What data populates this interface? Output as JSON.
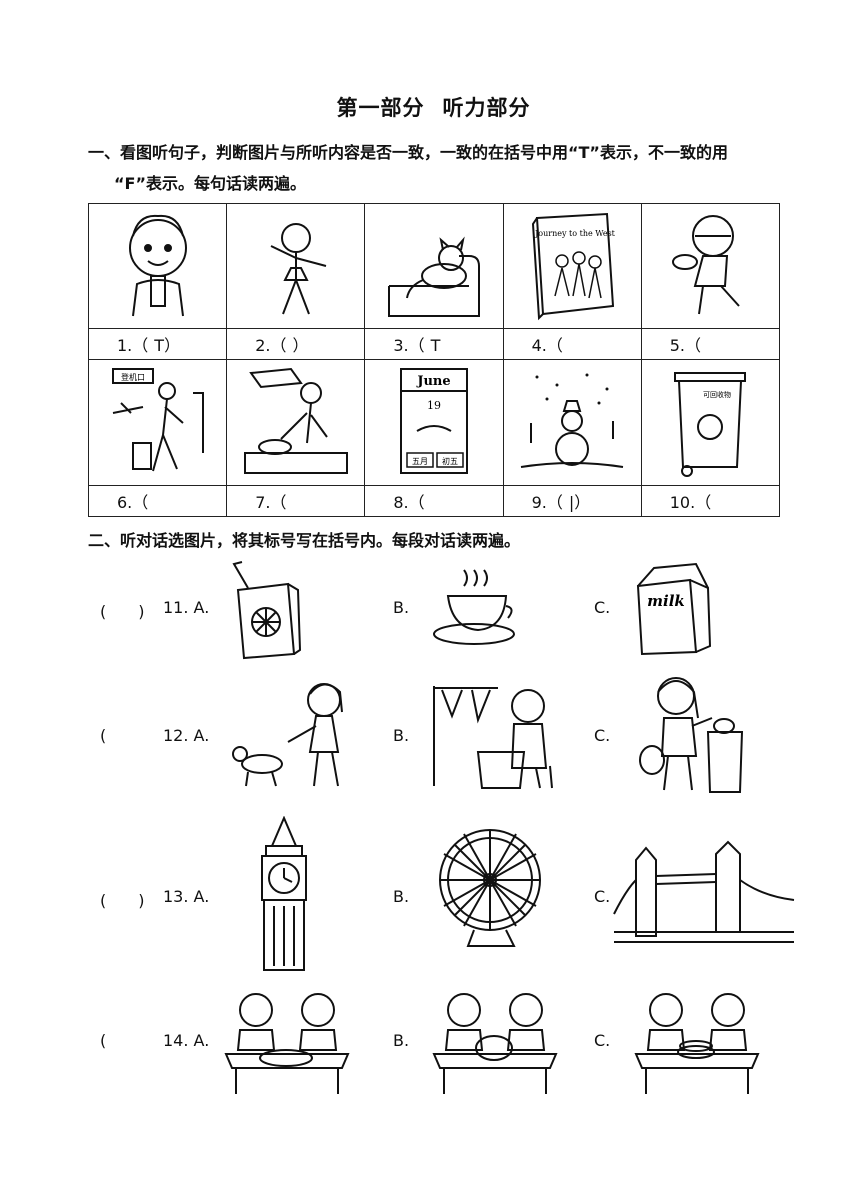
{
  "title": {
    "part1": "第一部分",
    "part2": "听力部分"
  },
  "section1": {
    "instruction_line1": "一、看图听句子，判断图片与所听内容是否一致，一致的在括号中用“T”表示，不一致的用",
    "instruction_line2": "“F”表示。每句话读两遍。",
    "items": [
      {
        "label": "1.（",
        "answer": "T",
        "close": "）"
      },
      {
        "label": "2.（",
        "answer": "",
        "close": "）"
      },
      {
        "label": "3.（",
        "answer": "T",
        "close": ""
      },
      {
        "label": "4.（",
        "answer": "",
        "close": ""
      },
      {
        "label": "5.（",
        "answer": "",
        "close": ""
      },
      {
        "label": "6.（",
        "answer": "",
        "close": ""
      },
      {
        "label": "7.（",
        "answer": "",
        "close": ""
      },
      {
        "label": "8.（",
        "answer": "",
        "close": ""
      },
      {
        "label": "9.（",
        "answer": "|",
        "close": "）"
      },
      {
        "label": "10.（",
        "answer": "",
        "close": ""
      }
    ],
    "image_texts": {
      "book_title": "Journey to the West",
      "calendar_month": "June",
      "calendar_day": "19",
      "calendar_cn1": "五月",
      "calendar_cn2": "初五",
      "sign": "登机口",
      "bin": "可回收物",
      "milk": "milk"
    }
  },
  "section2": {
    "instruction": "二、听对话选图片，将其标号写在括号内。每段对话读两遍。",
    "questions": [
      {
        "paren": "(　　)",
        "num": "11. A.",
        "b": "B.",
        "c": "C."
      },
      {
        "paren": "(",
        "num": "12. A.",
        "b": "B.",
        "c": "C."
      },
      {
        "paren": "(　　)",
        "num": "13. A.",
        "b": "B.",
        "c": "C."
      },
      {
        "paren": "(",
        "num": "14. A.",
        "b": "B.",
        "c": "C."
      }
    ]
  }
}
